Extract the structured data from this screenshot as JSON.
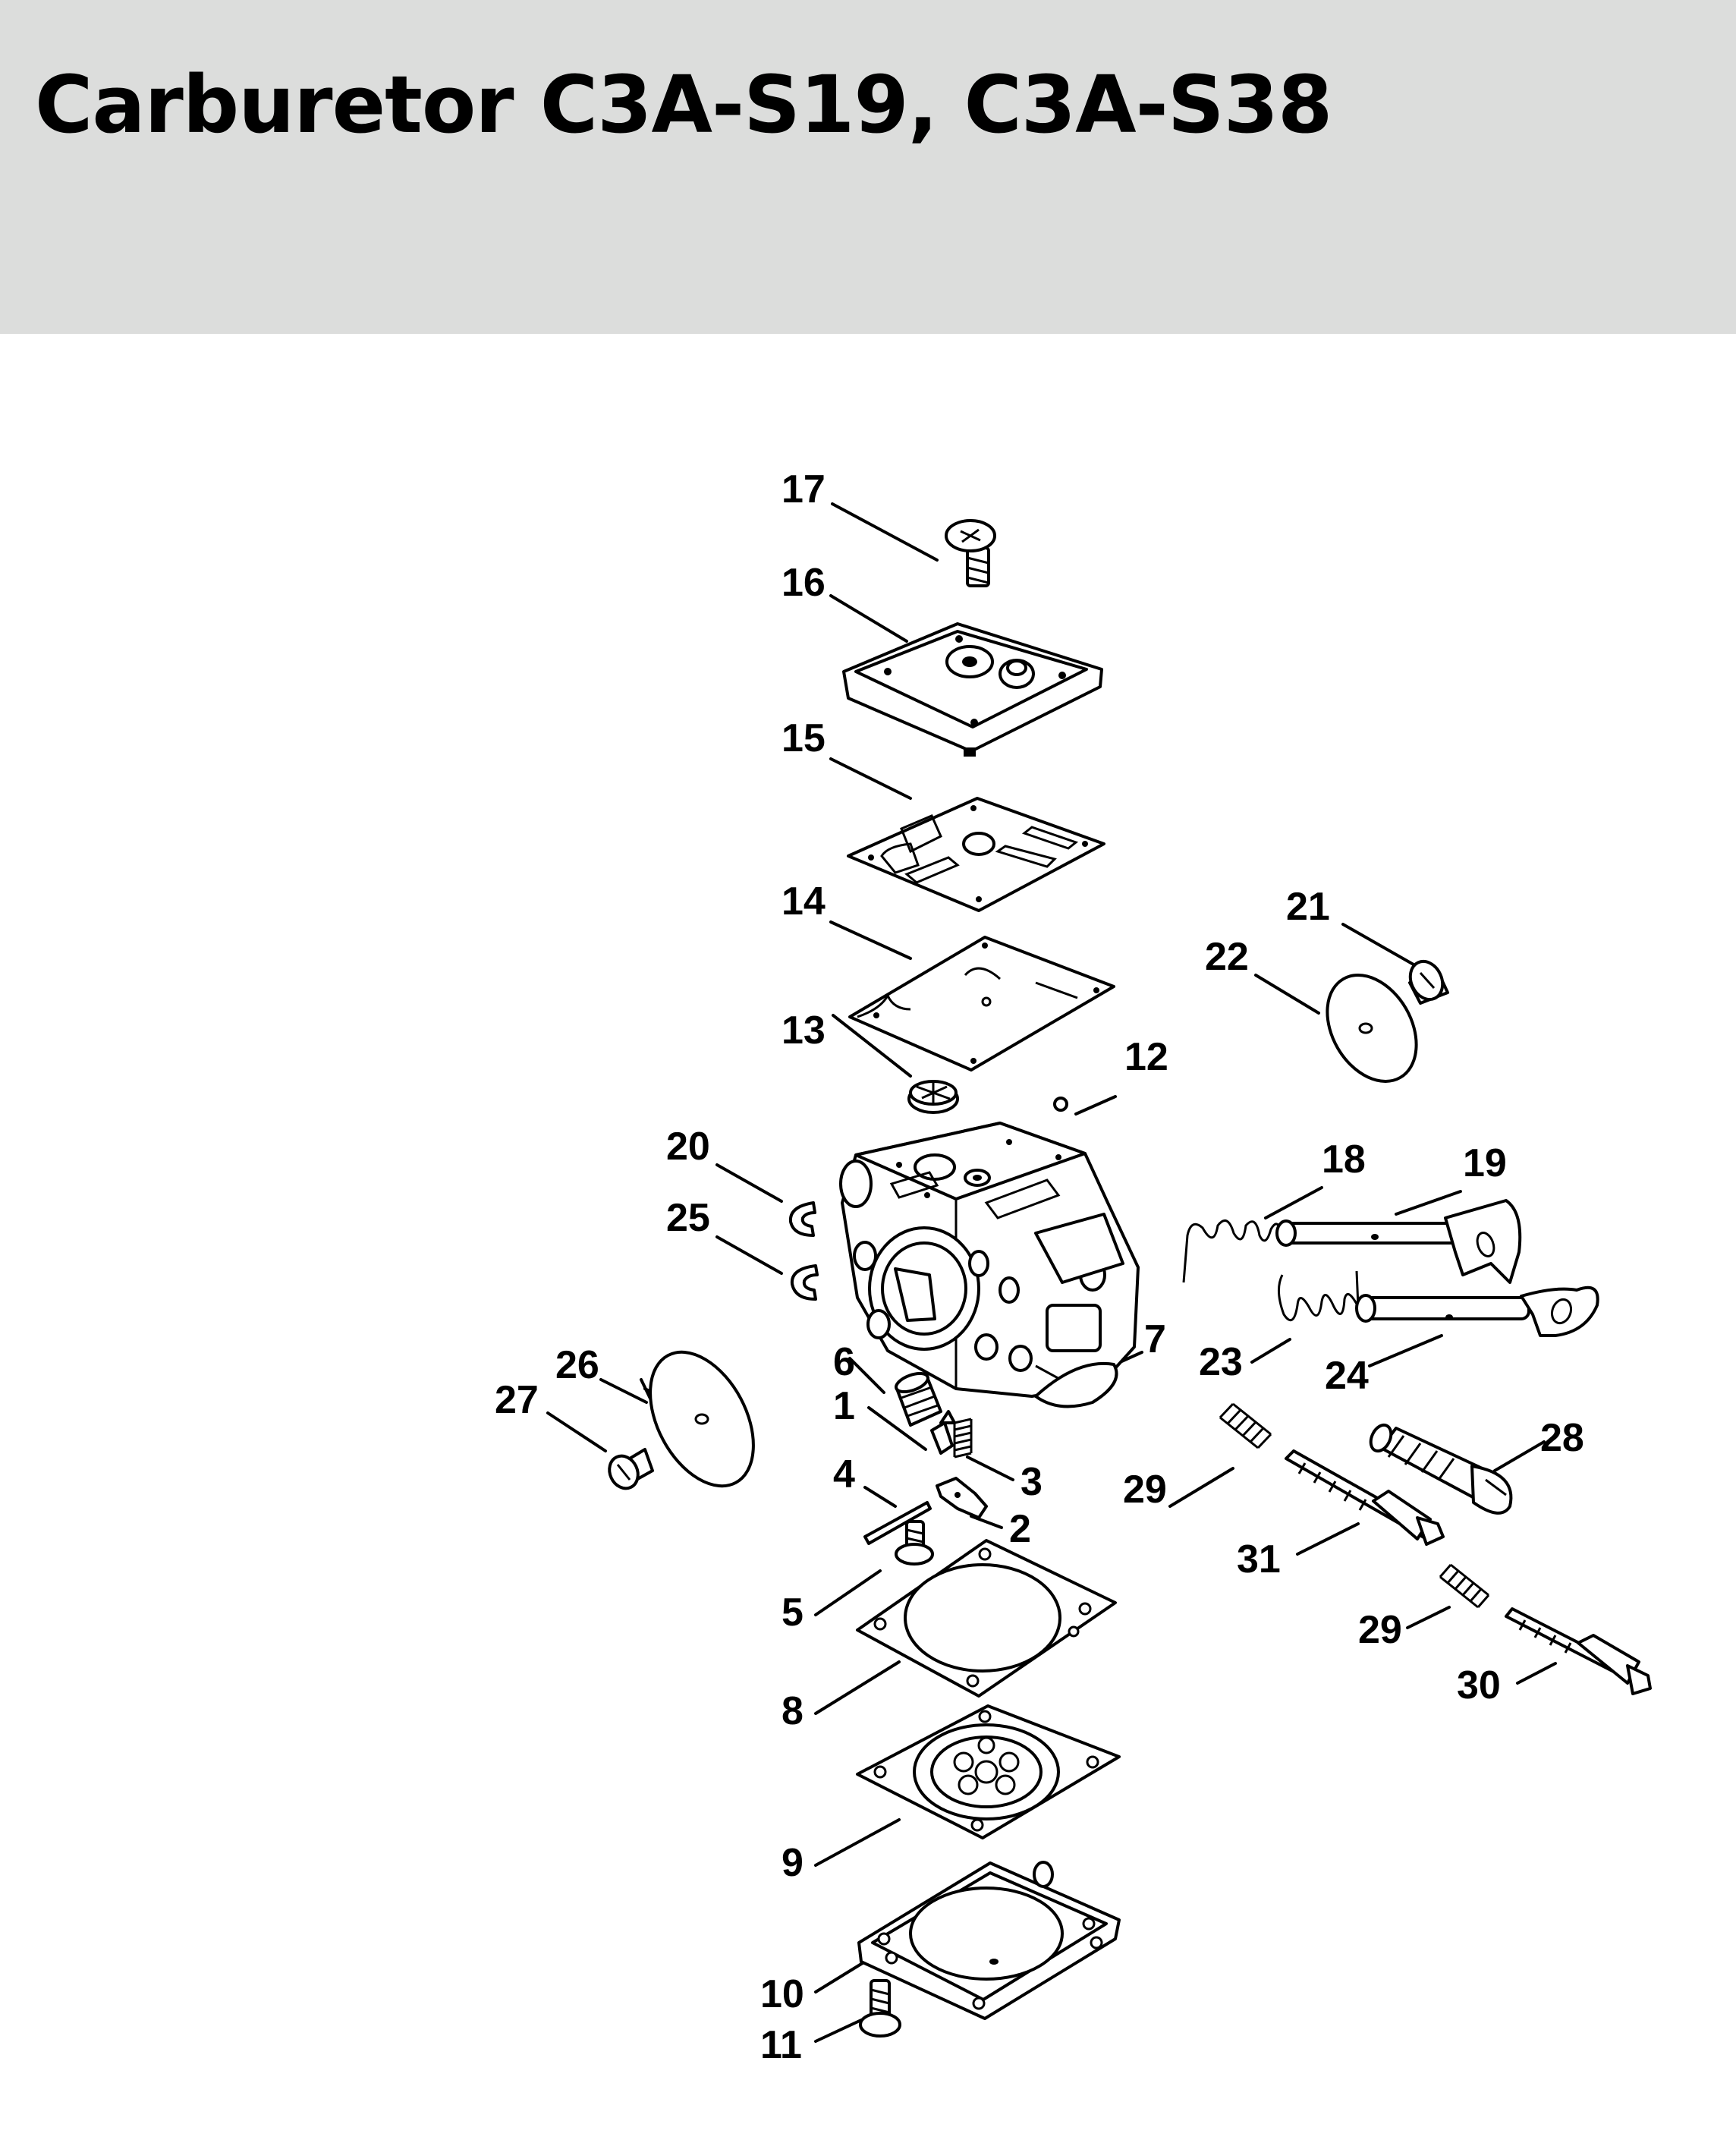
{
  "title": "Carburetor C3A-S19, C3A-S38",
  "colors": {
    "header_background": "#dcdddc",
    "text": "#000000",
    "diagram_ink": "#000000"
  },
  "callouts": [
    "1",
    "2",
    "3",
    "4",
    "5",
    "6",
    "7",
    "8",
    "9",
    "10",
    "11",
    "12",
    "13",
    "14",
    "15",
    "16",
    "17",
    "18",
    "19",
    "20",
    "21",
    "22",
    "23",
    "24",
    "25",
    "26",
    "27",
    "28",
    "29",
    "29",
    "30",
    "31"
  ],
  "parts": [
    {
      "number": "17",
      "name": "screw"
    },
    {
      "number": "16",
      "name": "cover"
    },
    {
      "number": "15",
      "name": "gasket"
    },
    {
      "number": "14",
      "name": "diaphragm"
    },
    {
      "number": "13",
      "name": "strainer"
    },
    {
      "number": "12",
      "name": "ball"
    },
    {
      "number": "20",
      "name": "retaining-ring"
    },
    {
      "number": "25",
      "name": "retaining-ring"
    },
    {
      "number": "21",
      "name": "screw"
    },
    {
      "number": "22",
      "name": "throttle-plate"
    },
    {
      "number": "18",
      "name": "spring"
    },
    {
      "number": "19",
      "name": "throttle-shaft"
    },
    {
      "number": "23",
      "name": "spring"
    },
    {
      "number": "24",
      "name": "choke-shaft"
    },
    {
      "number": "26",
      "name": "choke-plate"
    },
    {
      "number": "27",
      "name": "screw"
    },
    {
      "number": "6",
      "name": "plug"
    },
    {
      "number": "7",
      "name": "welch-plug"
    },
    {
      "number": "1",
      "name": "inlet-needle"
    },
    {
      "number": "3",
      "name": "spring"
    },
    {
      "number": "4",
      "name": "pin"
    },
    {
      "number": "2",
      "name": "lever"
    },
    {
      "number": "5",
      "name": "screw"
    },
    {
      "number": "8",
      "name": "gasket"
    },
    {
      "number": "9",
      "name": "metering-diaphragm"
    },
    {
      "number": "10",
      "name": "end-cover"
    },
    {
      "number": "11",
      "name": "screw"
    },
    {
      "number": "28",
      "name": "limiter-cap"
    },
    {
      "number": "29",
      "name": "spring"
    },
    {
      "number": "31",
      "name": "high-speed-adjusting-screw"
    },
    {
      "number": "30",
      "name": "low-speed-adjusting-screw"
    }
  ]
}
